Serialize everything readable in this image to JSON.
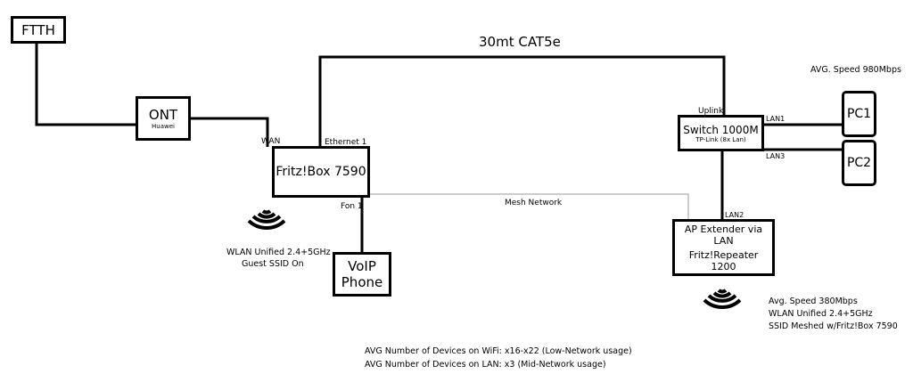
{
  "nodes": {
    "ftth": {
      "label": "FTTH"
    },
    "ont": {
      "label": "ONT",
      "sub": "Huawei"
    },
    "fritzbox": {
      "label": "Fritz!Box 7590"
    },
    "voip": {
      "line1": "VoIP",
      "line2": "Phone"
    },
    "switch": {
      "label": "Switch 1000M",
      "sub": "TP-Link (8x Lan)"
    },
    "pc1": {
      "label": "PC1"
    },
    "pc2": {
      "label": "PC2"
    },
    "extender": {
      "line1": "AP Extender via LAN",
      "line2": "Fritz!Repeater 1200"
    }
  },
  "ports": {
    "wan": "WAN",
    "ethernet1": "Ethernet 1",
    "fon1": "Fon 1",
    "uplink": "Uplink",
    "lan1": "LAN1",
    "lan3": "LAN3",
    "lan2": "LAN2"
  },
  "links": {
    "cable": "30mt CAT5e",
    "mesh": "Mesh Network"
  },
  "notes": {
    "pc_speed": "AVG. Speed 980Mbps",
    "fritz_wlan_1": "WLAN Unified 2.4+5GHz",
    "fritz_wlan_2": "Guest SSID On",
    "ext_1": "Avg. Speed 380Mbps",
    "ext_2": "WLAN Unified 2.4+5GHz",
    "ext_3": "SSID Meshed w/Fritz!Box 7590",
    "devices_wifi": "AVG Number of Devices on WiFi: x16-x22 (Low-Network usage)",
    "devices_lan": "AVG Number of Devices on LAN: x3 (Mid-Network usage)"
  },
  "icons": {
    "fritz_wifi": "wifi-icon",
    "extender_wifi": "wifi-icon"
  },
  "colors": {
    "line": "#000000",
    "mesh_line": "#9a9a9a"
  }
}
